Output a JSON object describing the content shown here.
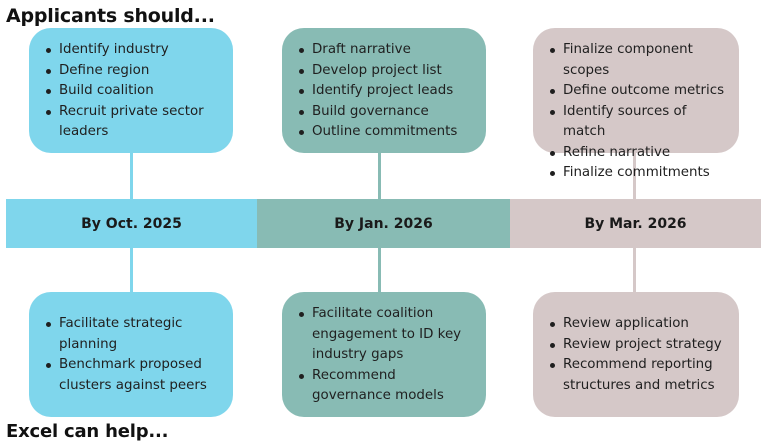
{
  "headings": {
    "top": "Applicants should...",
    "bottom": "Excel can help..."
  },
  "colors": {
    "col1": "#7fd6ec",
    "col2": "#88bbb4",
    "col3": "#d5c8c8"
  },
  "columns": [
    {
      "date": "By Oct. 2025",
      "applicant_tasks": [
        "Identify industry",
        "Define region",
        "Build coalition",
        "Recruit private sector leaders"
      ],
      "excel_help": [
        "Facilitate strategic planning",
        "Benchmark proposed clusters against peers"
      ]
    },
    {
      "date": "By Jan. 2026",
      "applicant_tasks": [
        "Draft narrative",
        "Develop project list",
        "Identify project leads",
        "Build governance",
        "Outline commitments"
      ],
      "excel_help": [
        "Facilitate coalition engagement to ID key industry gaps",
        "Recommend governance models"
      ]
    },
    {
      "date": "By Mar. 2026",
      "applicant_tasks": [
        "Finalize component scopes",
        "Define outcome metrics",
        "Identify sources of match",
        "Refine narrative",
        "Finalize commitments"
      ],
      "excel_help": [
        "Review application",
        "Review project strategy",
        "Recommend reporting structures and metrics"
      ]
    }
  ]
}
